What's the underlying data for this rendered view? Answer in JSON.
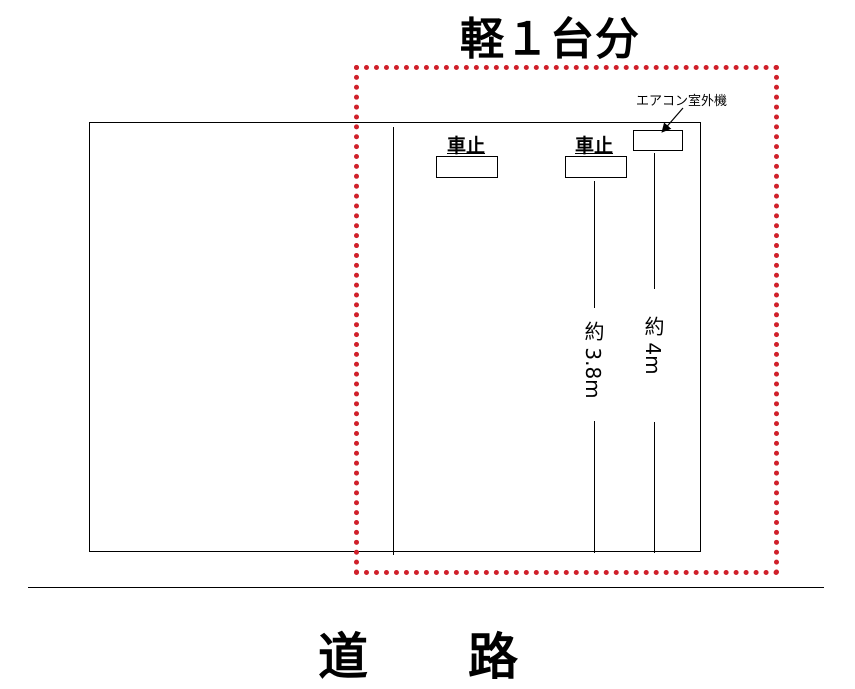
{
  "title": "軽１台分",
  "road_label": "道　　路",
  "air_conditioner_label": "エアコン室外機",
  "car_stops": [
    {
      "label": "車止"
    },
    {
      "label": "車止"
    }
  ],
  "dimensions": {
    "left_depth": "約 3.8m",
    "right_depth": "約 4m"
  },
  "colors": {
    "highlight_border": "#d0202a",
    "lines": "#000000"
  }
}
